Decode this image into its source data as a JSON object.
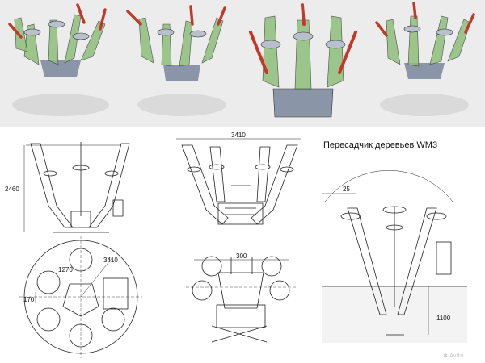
{
  "title": "Пересадчик деревьев WM3",
  "dims": {
    "height_side": "2460",
    "width_front": "3410",
    "diameter_top": "3410",
    "radius_top": "1270",
    "offset_top": "170",
    "spacing_bottom": "300",
    "angle_persp": "25",
    "depth_persp": "1100"
  },
  "watermark": "✱ Avito",
  "colors": {
    "render_bg": "#ececec",
    "red_handle": "#c0392b",
    "green_blade": "#8dbf7a",
    "steel": "#8a96a8",
    "line": "#222222"
  }
}
